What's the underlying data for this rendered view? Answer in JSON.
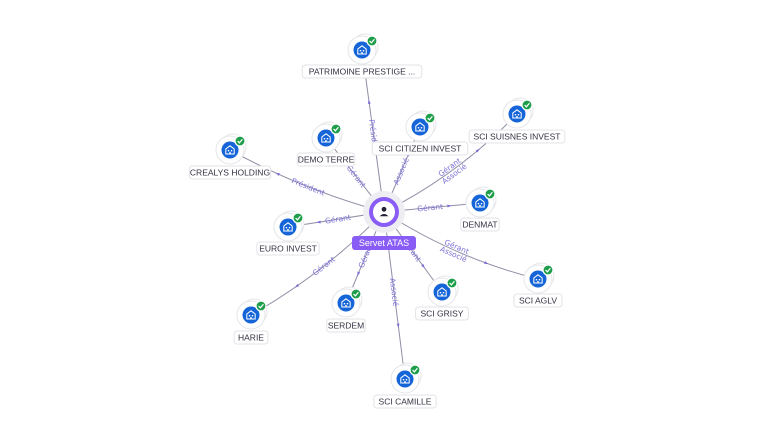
{
  "center": {
    "label": "Servet ATAS",
    "icon": "person-icon"
  },
  "nodes": [
    {
      "id": "patrimoine",
      "label": "PATRIMOINE PRESTIGE ...",
      "icon": "building-icon",
      "verified": true
    },
    {
      "id": "sci-citizen",
      "label": "SCI CITIZEN INVEST",
      "icon": "building-icon",
      "verified": true
    },
    {
      "id": "sci-suisnes",
      "label": "SCI SUISNES INVEST",
      "icon": "building-icon",
      "verified": true
    },
    {
      "id": "demo-terre",
      "label": "DEMO TERRE",
      "icon": "building-icon",
      "verified": true
    },
    {
      "id": "crealys",
      "label": "CREALYS HOLDING",
      "icon": "building-icon",
      "verified": true
    },
    {
      "id": "denmat",
      "label": "DENMAT",
      "icon": "building-icon",
      "verified": true
    },
    {
      "id": "euro-invest",
      "label": "EURO INVEST",
      "icon": "building-icon",
      "verified": true
    },
    {
      "id": "sci-aglv",
      "label": "SCI AGLV",
      "icon": "building-icon",
      "verified": true
    },
    {
      "id": "harie",
      "label": "HARIE",
      "icon": "building-icon",
      "verified": true
    },
    {
      "id": "serdem",
      "label": "SERDEM",
      "icon": "building-icon",
      "verified": true
    },
    {
      "id": "sci-grisy",
      "label": "SCI GRISY",
      "icon": "building-icon",
      "verified": true
    },
    {
      "id": "sci-camille",
      "label": "SCI CAMILLE",
      "icon": "building-icon",
      "verified": true
    }
  ],
  "edges": [
    {
      "to": "patrimoine",
      "labels": [
        "Présid..."
      ]
    },
    {
      "to": "sci-citizen",
      "labels": [
        "Associé"
      ]
    },
    {
      "to": "sci-suisnes",
      "labels": [
        "Gérant",
        "Associé"
      ]
    },
    {
      "to": "demo-terre",
      "labels": [
        "Gérant"
      ]
    },
    {
      "to": "crealys",
      "labels": [
        "Président"
      ]
    },
    {
      "to": "denmat",
      "labels": [
        "Gérant"
      ]
    },
    {
      "to": "euro-invest",
      "labels": [
        "Gérant"
      ]
    },
    {
      "to": "sci-aglv",
      "labels": [
        "Gérant",
        "Associé"
      ]
    },
    {
      "to": "harie",
      "labels": [
        "Gérant"
      ]
    },
    {
      "to": "serdem",
      "labels": [
        "Gérant"
      ]
    },
    {
      "to": "sci-grisy",
      "labels": [
        "Gérant"
      ]
    },
    {
      "to": "sci-camille",
      "labels": [
        "Associé"
      ]
    }
  ],
  "colors": {
    "node": "#1565d8",
    "badge": "#1e9e4a",
    "center": "#8a5cf6",
    "edge_label": "#7b6fd6"
  }
}
